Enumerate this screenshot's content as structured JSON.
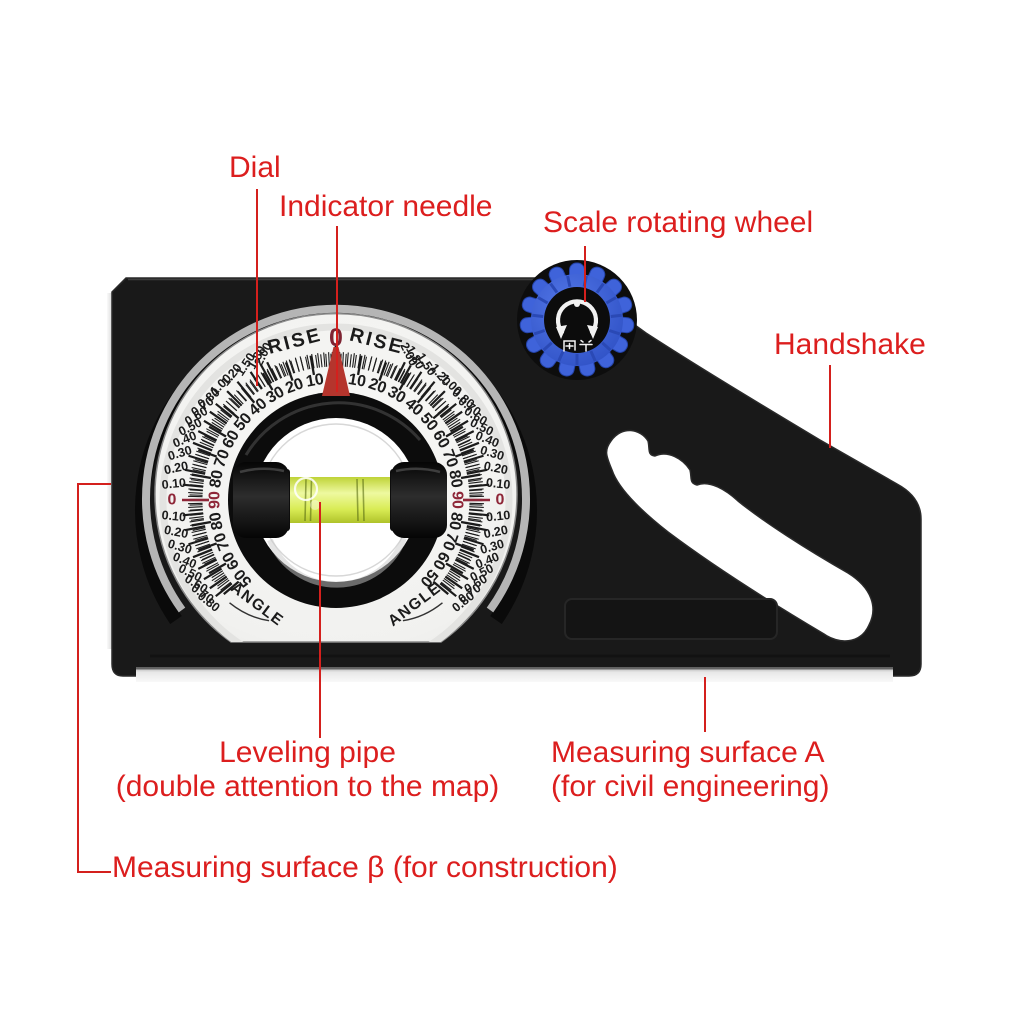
{
  "page": {
    "background": "#ffffff"
  },
  "annotation": {
    "color": "#dc1e1e",
    "items": [
      {
        "id": "dial",
        "text": "Dial"
      },
      {
        "id": "indicator-needle",
        "text": "Indicator needle"
      },
      {
        "id": "scale-rotating-wheel",
        "text": "Scale rotating wheel"
      },
      {
        "id": "handshake",
        "text": "Handshake"
      },
      {
        "id": "leveling-pipe",
        "line1": "Leveling pipe",
        "line2": "(double attention to the map)"
      },
      {
        "id": "measuring-surface-a",
        "line1": "Measuring surface A",
        "line2": "(for civil engineering)"
      },
      {
        "id": "measuring-surface-b",
        "text": "Measuring surface β (for construction)"
      }
    ]
  },
  "device": {
    "dial": {
      "top_zero": "0",
      "rise_word": "RISE",
      "angle_word": "ANGLE",
      "side_zero": "0",
      "side_ninety": "90",
      "degree_labels_upper": [
        "10",
        "20",
        "30",
        "40",
        "50",
        "60",
        "70",
        "80"
      ],
      "degree_labels_lower": [
        "80",
        "70",
        "60",
        "50"
      ],
      "rise_labels_upper": [
        "2.00",
        "1.80",
        "1.50",
        "1.20",
        "1.00",
        "0.80",
        "0.70",
        "0.60",
        "0.50",
        "0.40",
        "0.30",
        "0.20",
        "0.10"
      ],
      "rise_labels_lower": [
        "0.10",
        "0.20",
        "0.30",
        "0.40",
        "0.50",
        "0.60",
        "0.70",
        "0.80"
      ],
      "scale_color": "#1b1b1b",
      "red_value_color": "#8e2638"
    },
    "wheel": {
      "label": "调节",
      "color": "#3a5ed8"
    },
    "vial_color": "#d9e858",
    "body_color": "#191919"
  }
}
